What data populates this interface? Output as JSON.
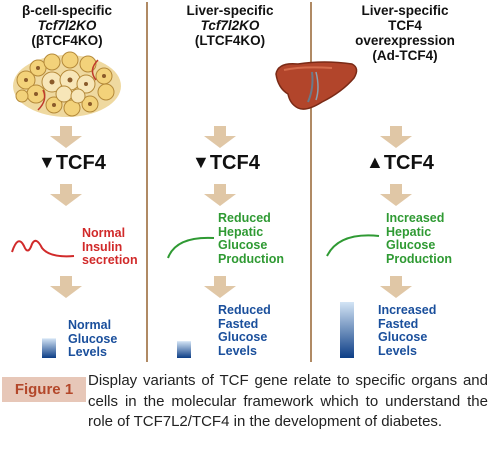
{
  "columns": [
    {
      "head": [
        "β-cell-specific",
        "Tcf7l2KO",
        "(βTCF4KO)"
      ],
      "tcf_label": "TCF4",
      "tcf_direction": "down",
      "effect": [
        "Normal",
        "Insulin",
        "secretion"
      ],
      "effect_color": "#d12a2a",
      "outcome": [
        "Normal",
        "Glucose",
        "Levels"
      ],
      "level": 0.35
    },
    {
      "head": [
        "Liver-specific",
        "Tcf7l2KO",
        "(LTCF4KO)"
      ],
      "tcf_label": "TCF4",
      "tcf_direction": "down",
      "effect": [
        "Reduced",
        "Hepatic",
        "Glucose",
        "Production"
      ],
      "effect_color": "#2f9a33",
      "outcome": [
        "Reduced",
        "Fasted",
        "Glucose",
        "Levels"
      ],
      "level": 0.3
    },
    {
      "head": [
        "Liver-specific",
        "TCF4",
        "overexpression",
        "(Ad-TCF4)"
      ],
      "tcf_label": "TCF4",
      "tcf_direction": "up",
      "effect": [
        "Increased",
        "Hepatic",
        "Glucose",
        "Production"
      ],
      "effect_color": "#2f9a33",
      "outcome": [
        "Increased",
        "Fasted",
        "Glucose",
        "Levels"
      ],
      "level": 1.0
    }
  ],
  "icons": {
    "islet": "pancreatic-islet-illustration",
    "liver": "liver-illustration",
    "arrow": "tan-down-arrow",
    "down": "down-triangle-icon",
    "up": "up-triangle-icon"
  },
  "colors": {
    "divider": "#b08a64",
    "arrow": "#e0c7a6",
    "bar_top": "#0d3e86",
    "bar_bottom": "#d3e4f5",
    "curve": "#2f9a33",
    "insulin_curve": "#d12a2a"
  },
  "caption": {
    "label": "Figure 1",
    "text": "Display variants of TCF gene relate to specific organs and cells in the molecular framework which to understand the role of TCF7L2/TCF4 in the development of diabetes."
  }
}
